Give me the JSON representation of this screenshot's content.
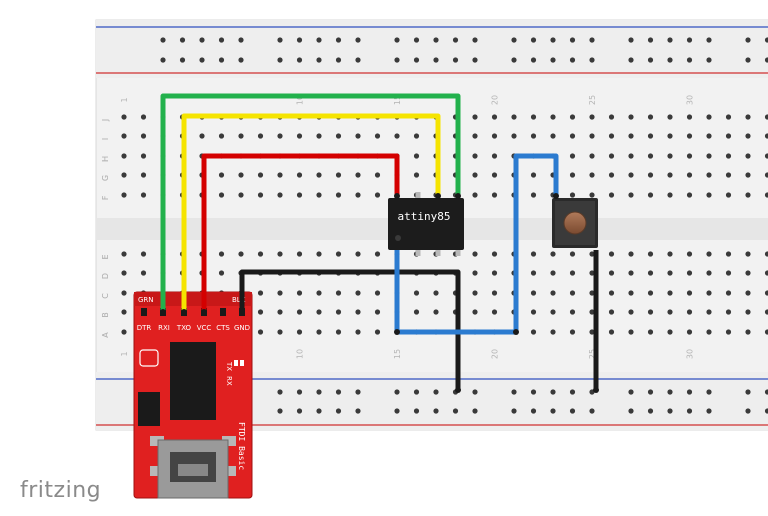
{
  "app": {
    "brand": "fritzing"
  },
  "breadboard": {
    "row_labels": [
      "J",
      "I",
      "H",
      "G",
      "F",
      "E",
      "D",
      "C",
      "B",
      "A"
    ],
    "column_numbers": [
      "1",
      "10",
      "15",
      "20",
      "25",
      "30"
    ]
  },
  "chip": {
    "label": "attiny85"
  },
  "ftdi": {
    "board_label": "FTDI Basic",
    "pin_labels": [
      "DTR",
      "RXI",
      "TXO",
      "VCC",
      "CTS",
      "GND"
    ],
    "corner_left": "GRN",
    "corner_right": "BLK",
    "led_labels": [
      "TX",
      "RX"
    ]
  },
  "colors": {
    "wire_green": "#22b14c",
    "wire_yellow": "#f5e400",
    "wire_red": "#d40000",
    "wire_black": "#1a1a1a",
    "wire_blue": "#2b7bd0",
    "ftdi_board": "#e02020",
    "power_rail_red": "#d03030",
    "power_rail_blue": "#3050c0"
  }
}
